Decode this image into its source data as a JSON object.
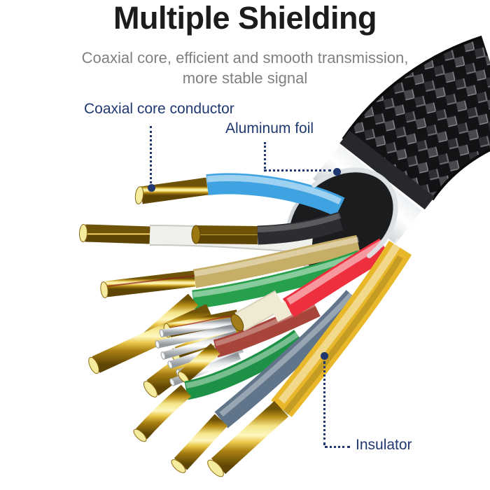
{
  "header": {
    "title": "Multiple Shielding",
    "subtitle_line1": "Coaxial core, efficient and smooth transmission,",
    "subtitle_line2": "more stable signal"
  },
  "annotations": {
    "coaxial_core_conductor": {
      "label": "Coaxial core conductor"
    },
    "aluminum_foil": {
      "label": "Aluminum foil"
    },
    "insulator": {
      "label": "Insulator"
    }
  },
  "colors": {
    "title_ink": "#1c1c1c",
    "subtitle_gray": "#7f8083",
    "label_navy": "#20386f",
    "wire_blue": "#3fa3e2",
    "wire_black": "#2c2d30",
    "wire_white": "#efefec",
    "wire_khaki": "#c7ae67",
    "wire_green": "#27a04b",
    "wire_green_dark": "#1d9145",
    "wire_red": "#ee2f3d",
    "wire_maroon": "#a8453a",
    "wire_cream": "#f1ead2",
    "wire_slate": "#61758a",
    "wire_yellow": "#e8b82a",
    "conductor_gold": "#d4af37",
    "braid_black": "#17181a",
    "foil_silver": "#d6dadd"
  }
}
